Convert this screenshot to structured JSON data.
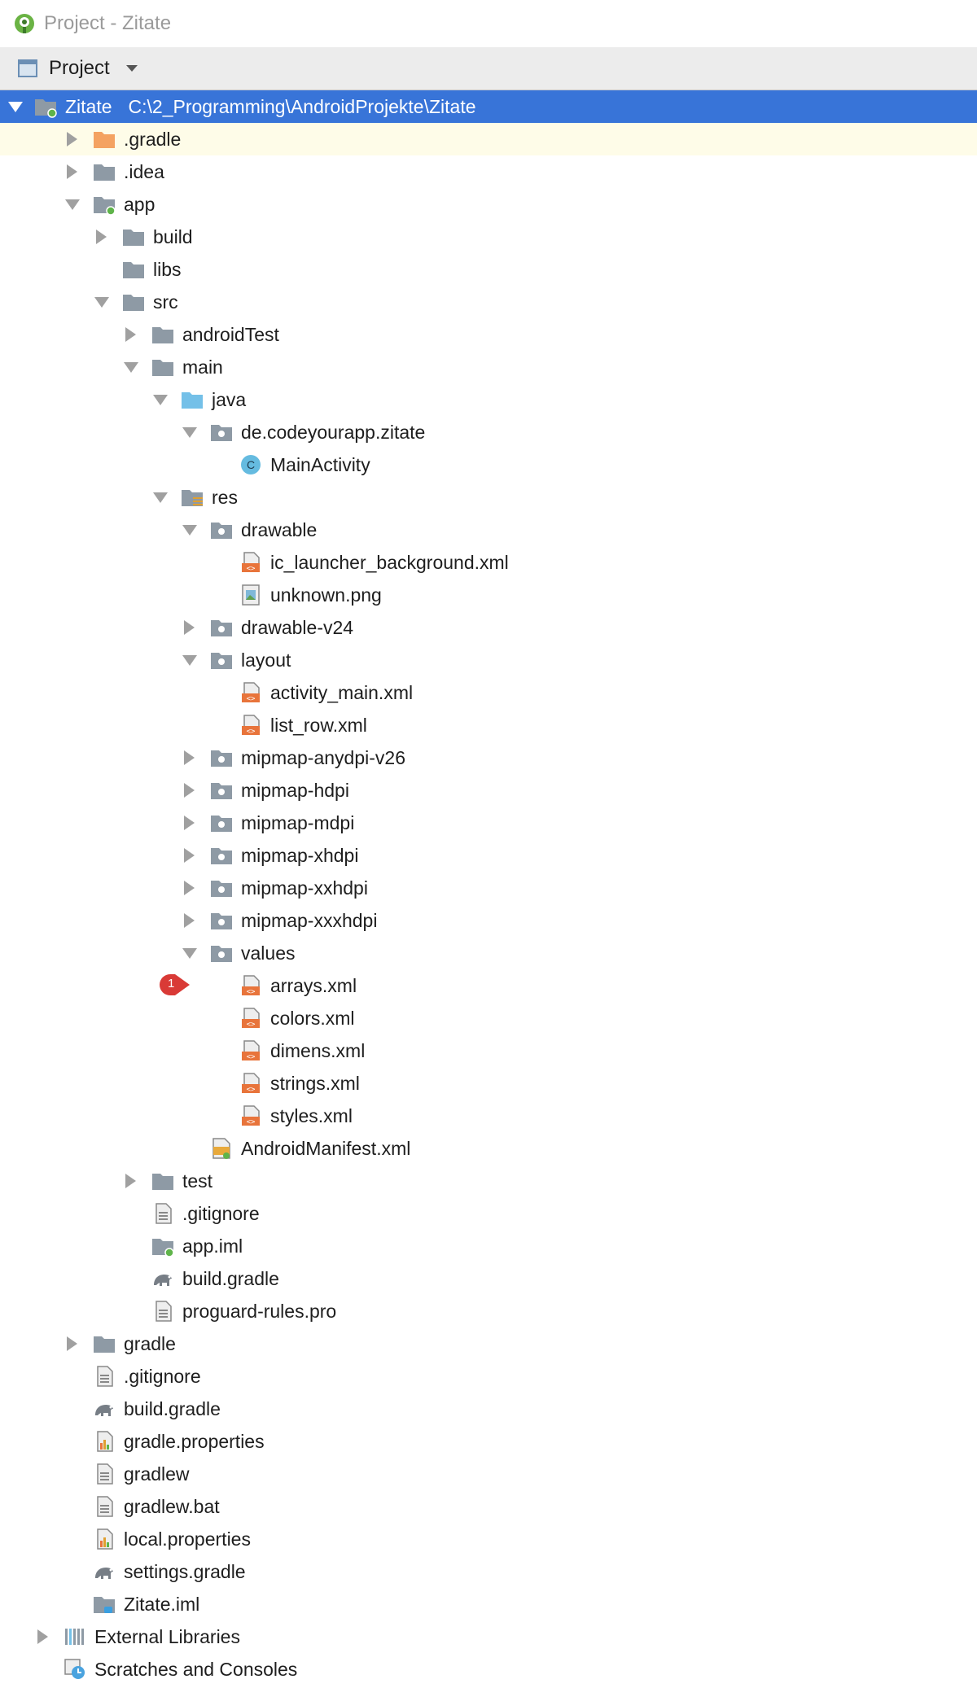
{
  "window": {
    "title": "Project - Zitate"
  },
  "toolbar": {
    "view_label": "Project"
  },
  "tree": {
    "root": {
      "label": "Zitate",
      "path": "C:\\2_Programming\\AndroidProjekte\\Zitate"
    },
    "items": [
      ".gradle",
      ".idea",
      "app",
      "build",
      "libs",
      "src",
      "androidTest",
      "main",
      "java",
      "de.codeyourapp.zitate",
      "MainActivity",
      "res",
      "drawable",
      "ic_launcher_background.xml",
      "unknown.png",
      "drawable-v24",
      "layout",
      "activity_main.xml",
      "list_row.xml",
      "mipmap-anydpi-v26",
      "mipmap-hdpi",
      "mipmap-mdpi",
      "mipmap-xhdpi",
      "mipmap-xxhdpi",
      "mipmap-xxxhdpi",
      "values",
      "arrays.xml",
      "colors.xml",
      "dimens.xml",
      "strings.xml",
      "styles.xml",
      "AndroidManifest.xml",
      "test",
      ".gitignore",
      "app.iml",
      "build.gradle",
      "proguard-rules.pro",
      "gradle",
      ".gitignore",
      "build.gradle",
      "gradle.properties",
      "gradlew",
      "gradlew.bat",
      "local.properties",
      "settings.gradle",
      "Zitate.iml",
      "External Libraries",
      "Scratches and Consoles"
    ]
  },
  "annotation": {
    "badge_number": "1"
  },
  "colors": {
    "selection": "#3874d8",
    "highlight_row": "#fefce8",
    "folder": "#8e9aa5",
    "xml_icon": "#e8743b"
  },
  "icons": [
    "android-studio-icon",
    "project-view-icon",
    "folder-icon",
    "package-icon",
    "class-icon",
    "xml-file-icon",
    "image-file-icon",
    "text-file-icon",
    "gradle-icon",
    "properties-icon",
    "module-icon",
    "libraries-icon",
    "scratches-icon"
  ]
}
